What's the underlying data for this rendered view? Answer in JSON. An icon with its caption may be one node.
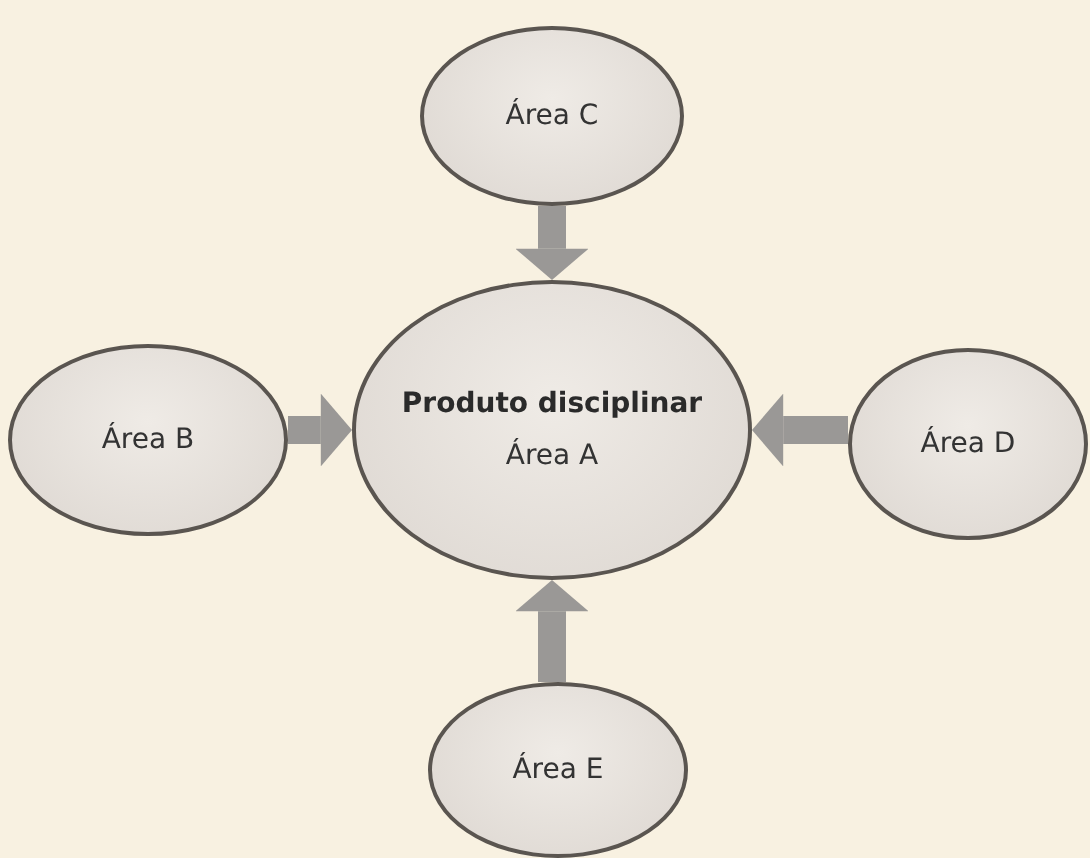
{
  "diagram": {
    "nodes": [
      {
        "text": [
          "Área C"
        ]
      },
      {
        "text": [
          "Área B"
        ]
      },
      {
        "text": [
          "Produto disciplinar",
          "Área A"
        ]
      },
      {
        "text": [
          "Área D"
        ]
      },
      {
        "text": [
          "Área E"
        ]
      }
    ],
    "edges": [
      {
        "from": 0,
        "to": 2,
        "arrow": "to"
      },
      {
        "from": 1,
        "to": 2,
        "arrow": "to"
      },
      {
        "from": 3,
        "to": 2,
        "arrow": "to"
      },
      {
        "from": 4,
        "to": 2,
        "arrow": "to"
      }
    ]
  }
}
